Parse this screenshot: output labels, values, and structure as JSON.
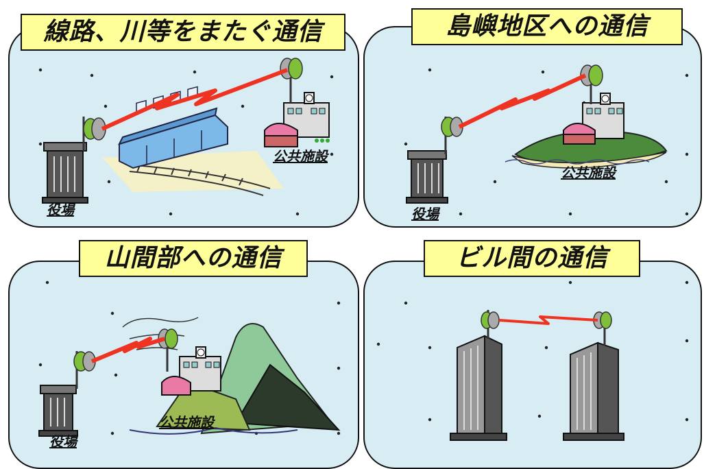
{
  "panels": [
    {
      "title": "線路、川等をまたぐ通信",
      "labels": {
        "town_office": "役場",
        "public_facility": "公共施設"
      }
    },
    {
      "title": "島嶼地区への通信",
      "labels": {
        "town_office": "役場",
        "public_facility": "公共施設"
      }
    },
    {
      "title": "山間部への通信",
      "labels": {
        "town_office": "役場",
        "public_facility": "公共施設"
      }
    },
    {
      "title": "ビル間の通信"
    }
  ],
  "colors": {
    "panel_bg": "#d7ecf3",
    "title_bg": "#ffff99",
    "radio_link": "#ee3322",
    "antenna": "#7fbf3a"
  }
}
